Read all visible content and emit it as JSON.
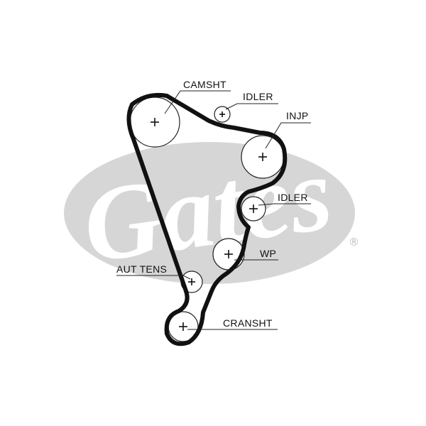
{
  "watermark": {
    "brand": "Gates",
    "registered_mark": "®",
    "ellipse_color": "#d6d6d6"
  },
  "belt_color": "#111111",
  "labels": {
    "camshaft": "CAMSHT",
    "idler_top": "IDLER",
    "injection_pump": "INJP",
    "idler_mid": "IDLER",
    "water_pump": "WP",
    "auto_tensioner": "AUT TENS",
    "crankshaft": "CRANSHT"
  }
}
